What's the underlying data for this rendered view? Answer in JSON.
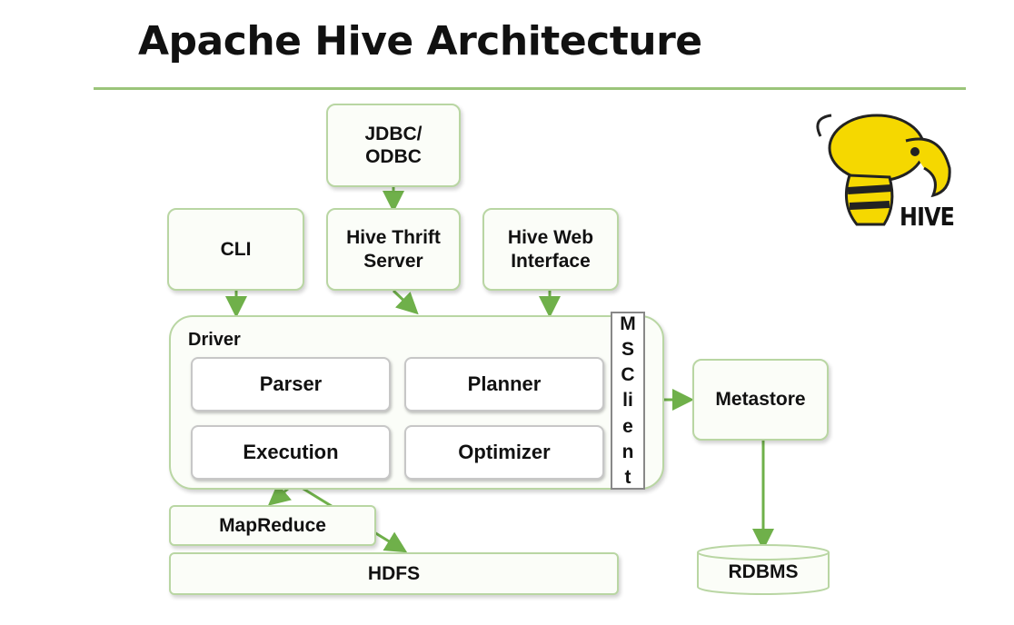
{
  "title": "Apache Hive Architecture",
  "colors": {
    "accent": "#9bc57a",
    "box_border": "#b9d6a3",
    "arrow": "#6fb04a"
  },
  "clients": {
    "jdbc": "JDBC/\nODBC",
    "cli": "CLI",
    "thrift": "Hive Thrift\nServer",
    "web": "Hive Web\nInterface"
  },
  "driver": {
    "label": "Driver",
    "components": [
      "Parser",
      "Planner",
      "Execution",
      "Optimizer"
    ]
  },
  "msclient_letters": [
    "M",
    "S",
    "C",
    "li",
    "e",
    "n",
    "t"
  ],
  "metastore": "Metastore",
  "rdbms": "RDBMS",
  "mapreduce": "MapReduce",
  "hdfs": "HDFS",
  "logo": {
    "text": "HIVE",
    "icon": "hive-bee-elephant-logo"
  }
}
